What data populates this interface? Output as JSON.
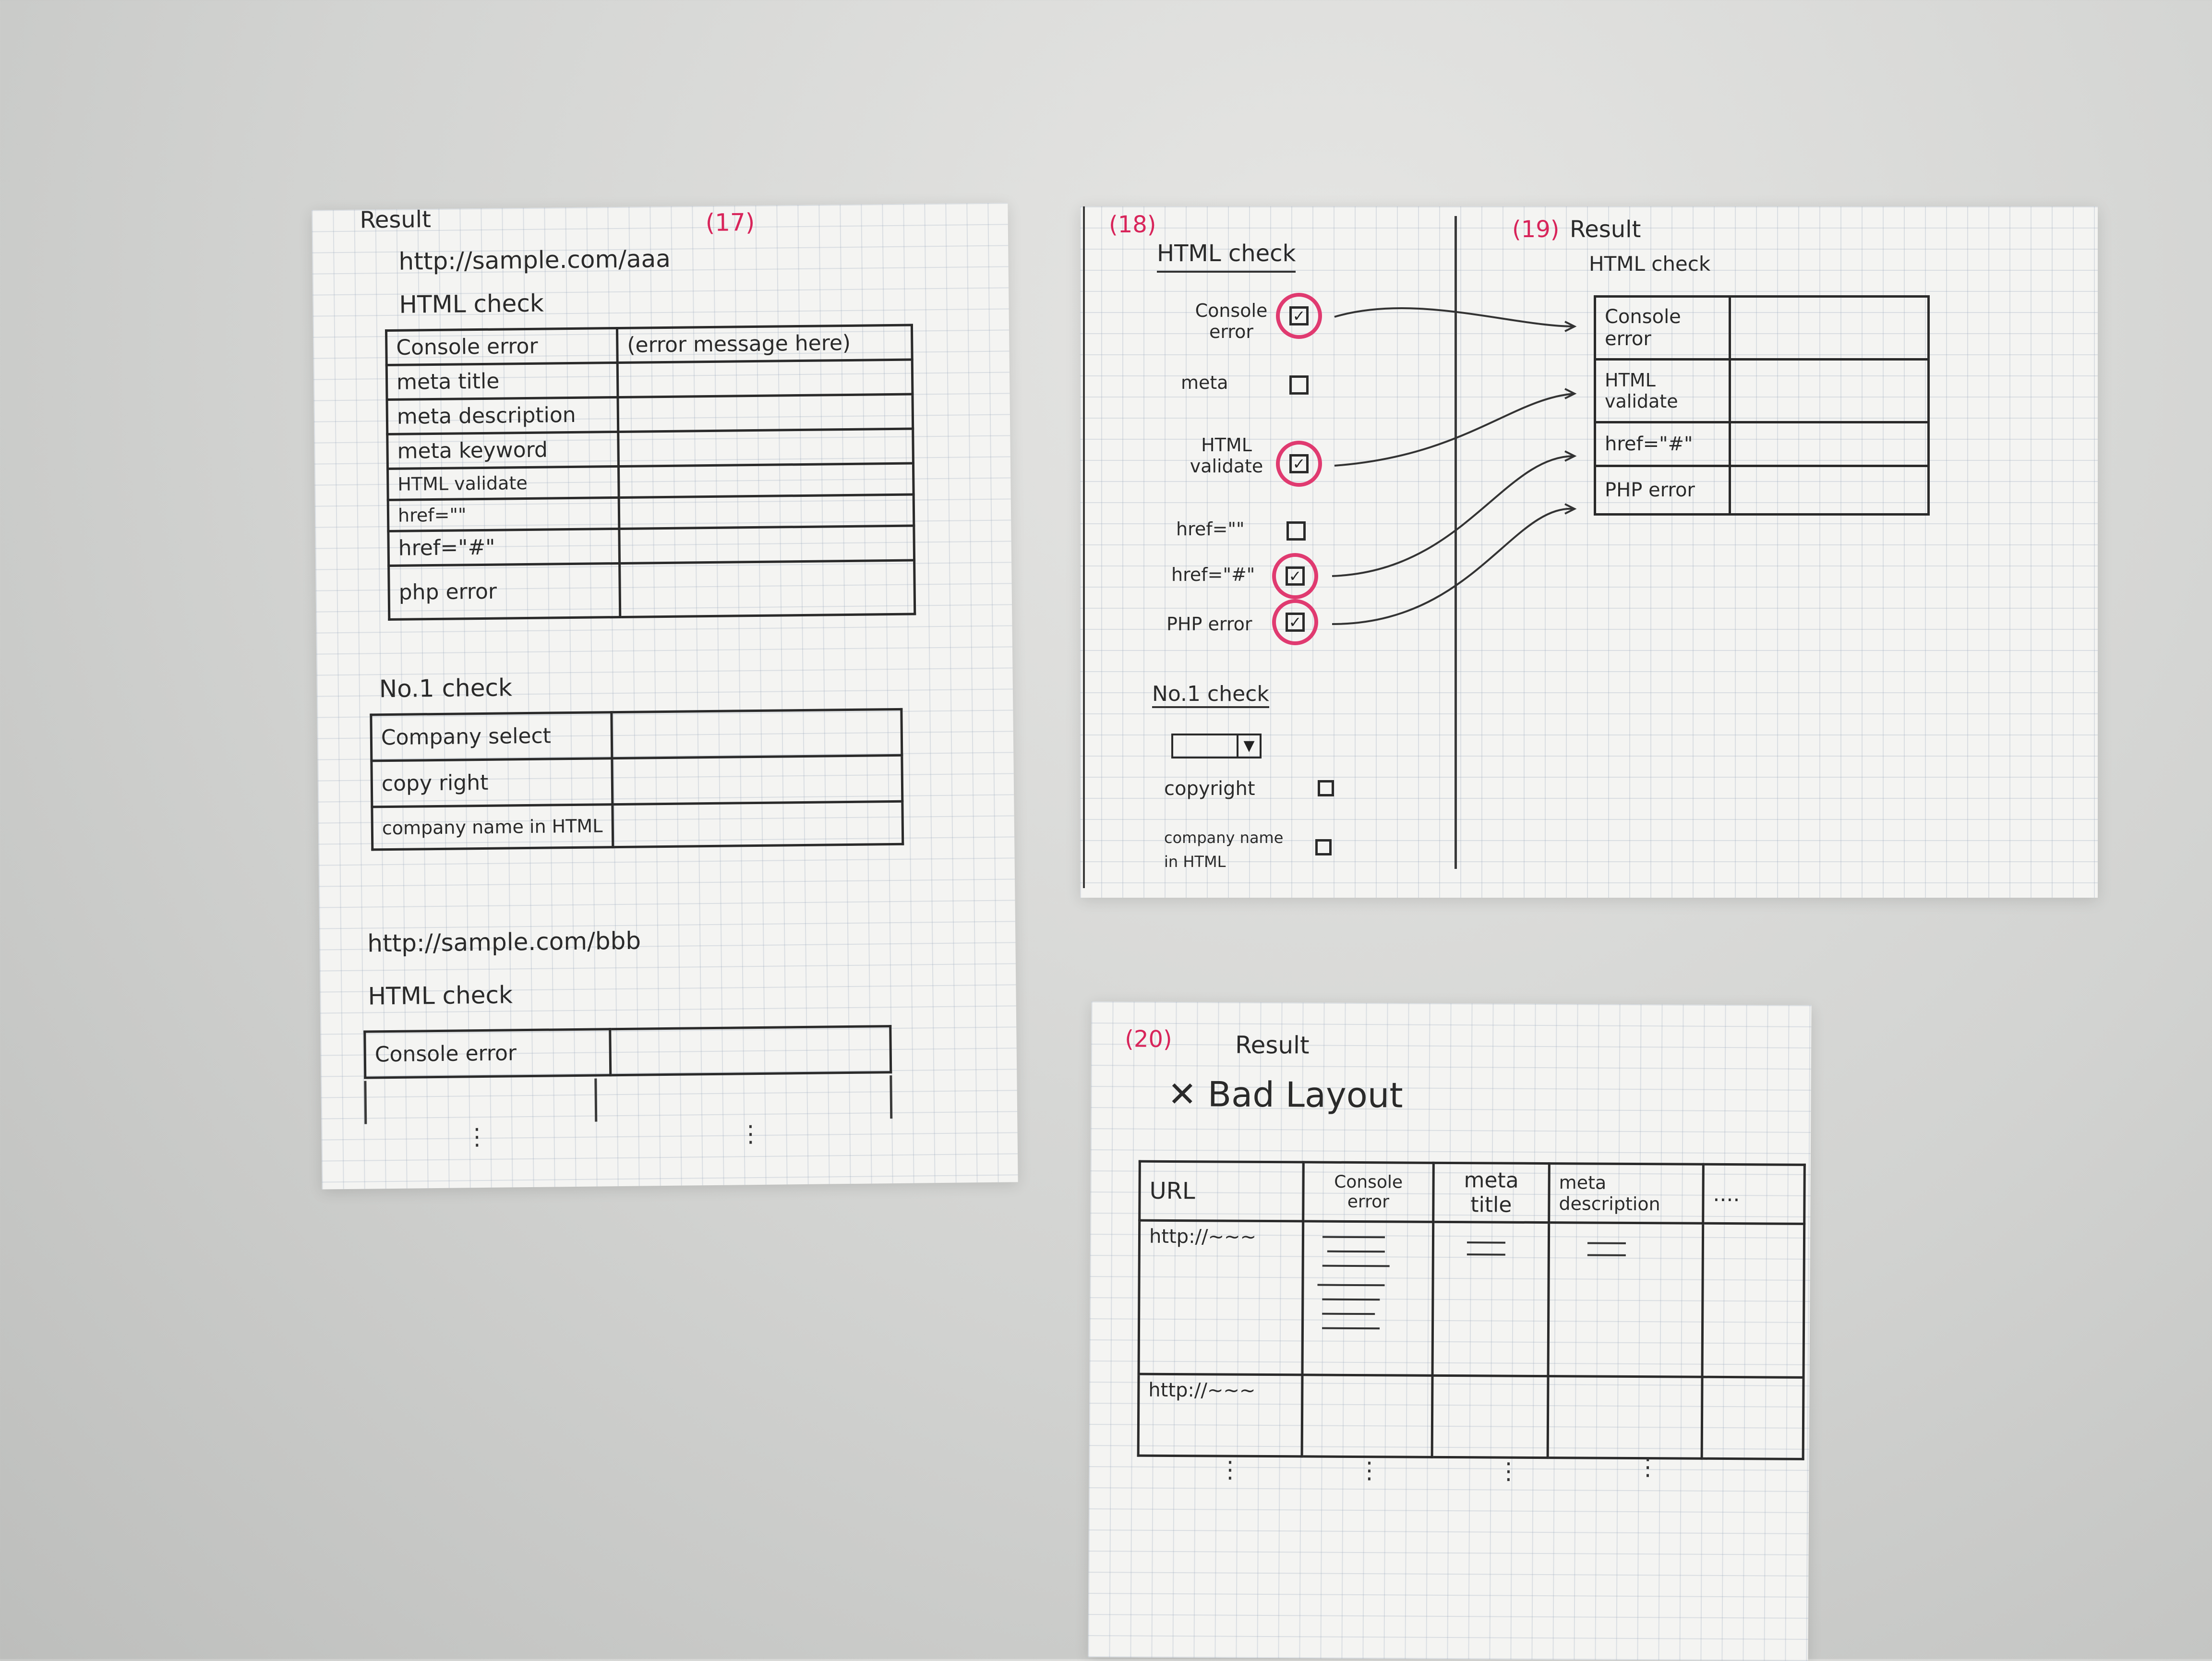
{
  "sheet17": {
    "result": "Result",
    "number": "(17)",
    "url1": "http://sample.com/aaa",
    "html_check": "HTML check",
    "rows": [
      {
        "label": "Console error",
        "value": "(error message here)"
      },
      {
        "label": "meta title",
        "value": ""
      },
      {
        "label": "meta description",
        "value": ""
      },
      {
        "label": "meta keyword",
        "value": ""
      },
      {
        "label": "HTML validate",
        "value": ""
      },
      {
        "label": "href=\"\"",
        "value": ""
      },
      {
        "label": "href=\"#\"",
        "value": ""
      },
      {
        "label": "php error",
        "value": ""
      }
    ],
    "no1_check": "No.1 check",
    "no1_rows": [
      {
        "label": "Company select"
      },
      {
        "label": "copy right"
      },
      {
        "label": "company name in HTML"
      }
    ],
    "url2": "http://sample.com/bbb",
    "html_check2": "HTML check",
    "row2_label": "Console error"
  },
  "sheet18": {
    "number": "(18)",
    "html_check": "HTML check",
    "items": [
      {
        "label": "Console error",
        "checked": true
      },
      {
        "label": "meta",
        "checked": false
      },
      {
        "label": "HTML validate",
        "checked": true
      },
      {
        "label": "href=\"\"",
        "checked": false
      },
      {
        "label": "href=\"#\"",
        "checked": true
      },
      {
        "label": "PHP error",
        "checked": true
      }
    ],
    "no1_check": "No.1 check",
    "select_arrow": "▼",
    "copyright": "copyright",
    "company_name": "company name in HTML",
    "check_mark": "✓"
  },
  "sheet19": {
    "number": "(19)",
    "result": "Result",
    "html_check": "HTML check",
    "rows": [
      {
        "label": "Console error"
      },
      {
        "label": "HTML validate"
      },
      {
        "label": "href=\"#\""
      },
      {
        "label": "PHP error"
      }
    ]
  },
  "sheet20": {
    "number": "(20)",
    "result": "Result",
    "bad_layout": "✕ Bad Layout",
    "headers": [
      "URL",
      "Console error",
      "meta title",
      "meta description",
      "...."
    ],
    "row_urls": [
      "http://~~~",
      "http://~~~"
    ]
  },
  "colors": {
    "ink": "#2a2a2a",
    "pen_red": "#d8245a",
    "paper": "#f4f4f2"
  }
}
